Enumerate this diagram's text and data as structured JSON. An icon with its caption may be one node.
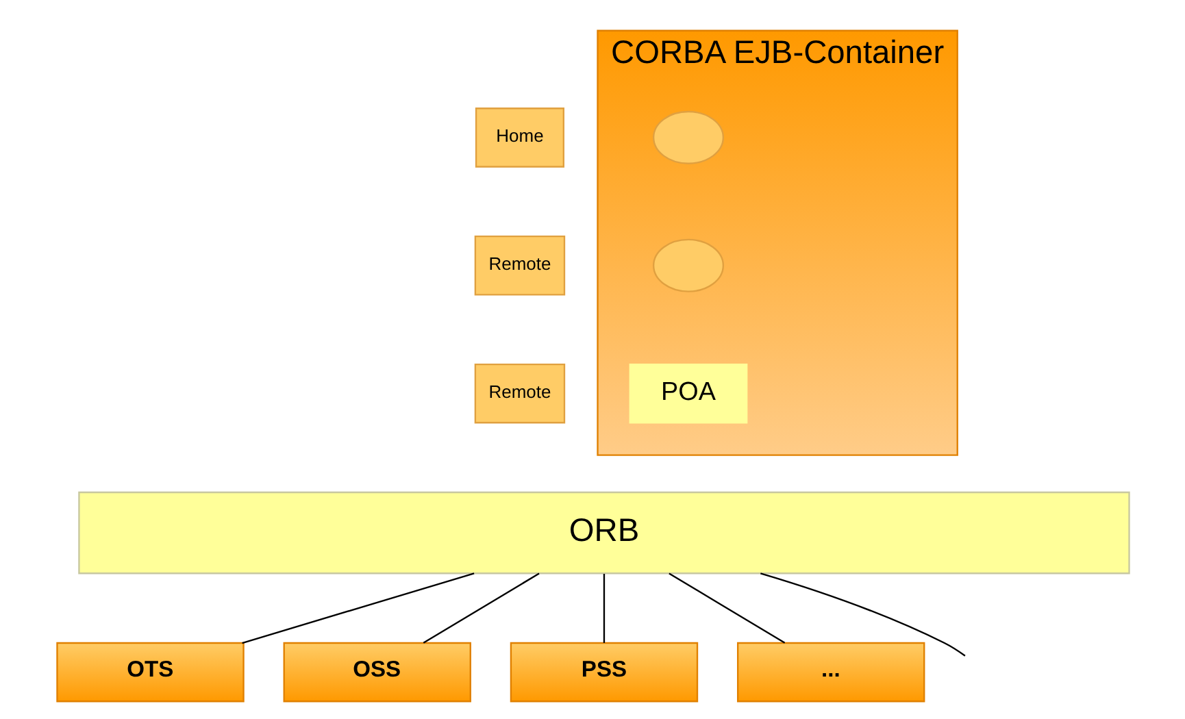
{
  "diagram": {
    "nodes": [
      {
        "text": [
          "CORBA EJB-Container"
        ]
      },
      {
        "text": [
          "Home"
        ]
      },
      {
        "text": [
          "Remote"
        ]
      },
      {
        "text": [
          "Remote"
        ]
      },
      {
        "text": [],
        "shape": "circle",
        "in": 0
      },
      {
        "text": [],
        "shape": "circle",
        "in": 0
      },
      {
        "text": [
          "POA"
        ],
        "in": 0
      },
      {
        "text": [
          "ORB"
        ]
      },
      {
        "text": [
          "OTS"
        ]
      },
      {
        "text": [
          "OSS"
        ]
      },
      {
        "text": [
          "PSS"
        ]
      },
      {
        "text": [
          "..."
        ]
      }
    ],
    "edges": [
      {
        "from": 7,
        "to": 8,
        "arrow": "none"
      },
      {
        "from": 7,
        "to": 9,
        "arrow": "none"
      },
      {
        "from": 7,
        "to": 10,
        "arrow": "none"
      },
      {
        "from": 7,
        "to": 11,
        "arrow": "none"
      },
      {
        "from": 7,
        "to": null,
        "arrow": "none"
      }
    ]
  }
}
